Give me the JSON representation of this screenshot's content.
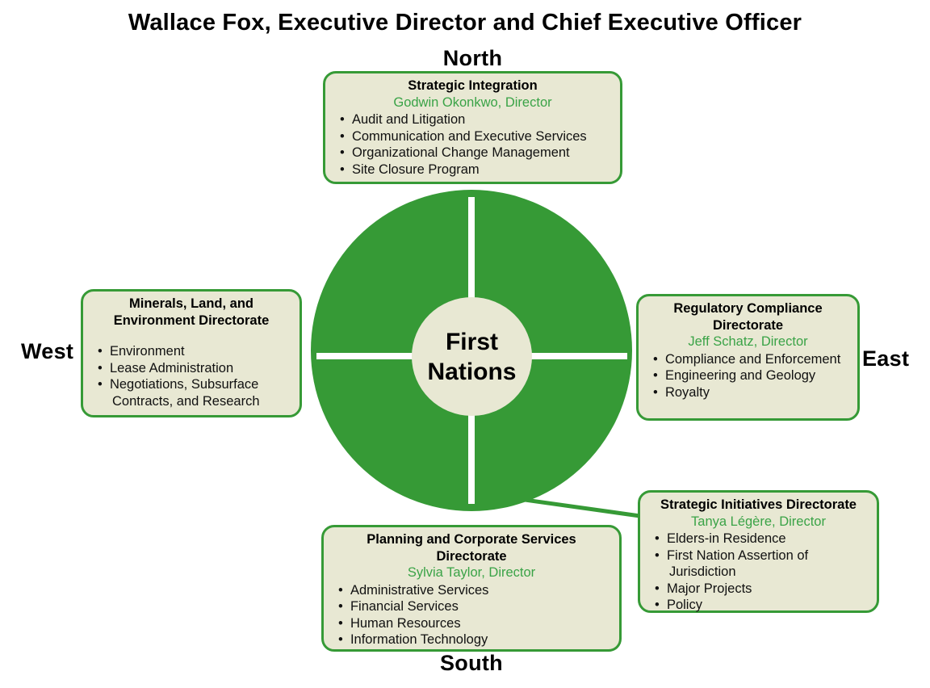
{
  "title": "Wallace Fox, Executive Director and Chief Executive Officer",
  "center_circle": {
    "text": "First Nations"
  },
  "direction_labels": {
    "north": "North",
    "east": "East",
    "south": "South",
    "west": "West"
  },
  "colors": {
    "wheel_green": "#369a36",
    "box_background": "#e8e8d3",
    "box_border_green": "#369a36",
    "director_text_green": "#3aa347"
  },
  "boxes": {
    "north": {
      "title": "Strategic Integration",
      "director": "Godwin Okonkwo, Director",
      "items": [
        "Audit and Litigation",
        "Communication and Executive Services",
        "Organizational Change Management",
        "Site Closure Program"
      ]
    },
    "west": {
      "title": "Minerals, Land, and Environment Directorate",
      "items": [
        "Environment",
        "Lease Administration",
        "Negotiations, Subsurface Contracts, and Research"
      ]
    },
    "east": {
      "title": "Regulatory Compliance Directorate",
      "director": "Jeff Schatz, Director",
      "items": [
        "Compliance and Enforcement",
        "Engineering and Geology",
        "Royalty"
      ]
    },
    "south": {
      "title": "Planning and Corporate Services Directorate",
      "director": "Sylvia Taylor, Director",
      "items": [
        "Administrative Services",
        "Financial Services",
        "Human Resources",
        "Information Technology"
      ]
    },
    "southeast": {
      "title": "Strategic Initiatives Directorate",
      "director": "Tanya Légère, Director",
      "items": [
        "Elders-in Residence",
        "First Nation Assertion of Jurisdiction",
        "Major Projects",
        "Policy"
      ]
    }
  }
}
